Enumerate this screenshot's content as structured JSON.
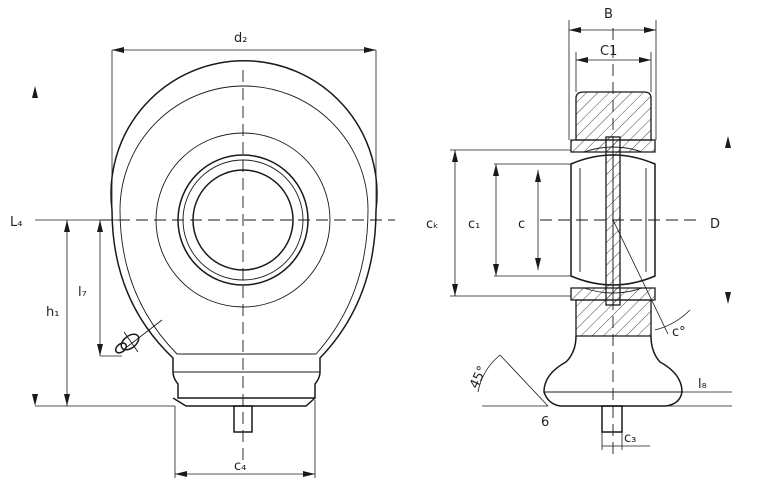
{
  "labels": {
    "d2": "d₂",
    "L4": "L₄",
    "h1": "h₁",
    "l7": "l₇",
    "c4": "c₄",
    "B": "B",
    "C1": "C1",
    "ck": "cₖ",
    "c1": "c₁",
    "c": "c",
    "D": "D",
    "angle_45": "45°",
    "angle_c": "c°",
    "six": "6",
    "l8": "l₈",
    "c3": "c₃"
  }
}
